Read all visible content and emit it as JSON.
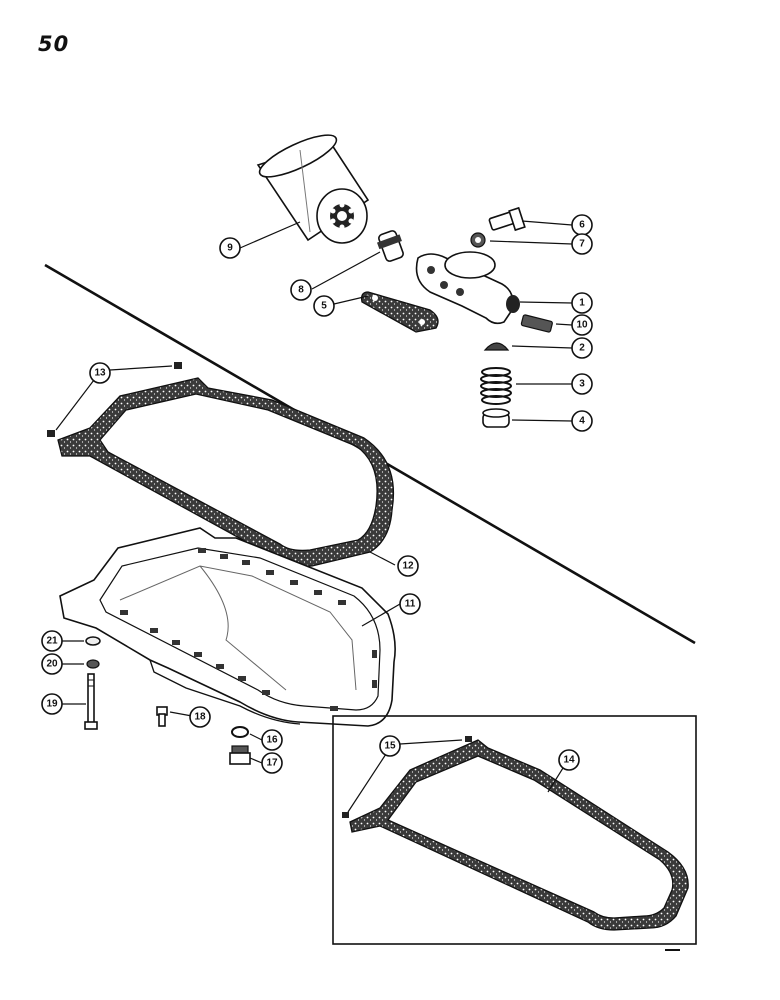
{
  "page_number": "50",
  "labels": {
    "l1": "1",
    "l2": "2",
    "l3": "3",
    "l4": "4",
    "l5": "5",
    "l6": "6",
    "l7": "7",
    "l8": "8",
    "l9": "9",
    "l10": "10",
    "l11": "11",
    "l12": "12",
    "l13": "13",
    "l14": "14",
    "l15": "15",
    "l16": "16",
    "l17": "17",
    "l18": "18",
    "l19": "19",
    "l20": "20",
    "l21": "21"
  }
}
